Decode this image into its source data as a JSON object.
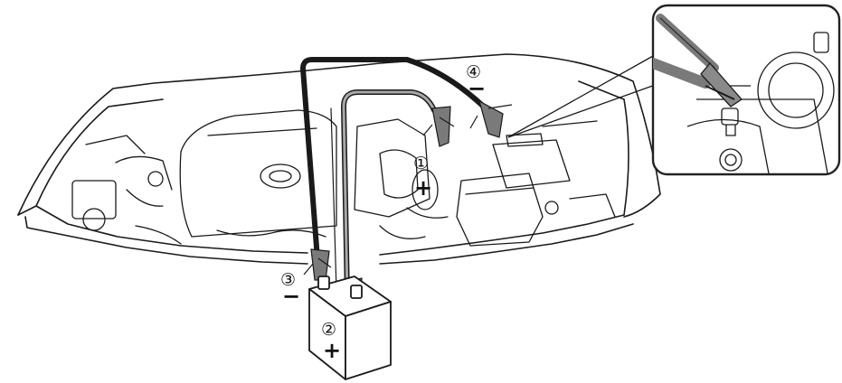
{
  "labels": {
    "step1": "①",
    "step2": "②",
    "step3": "③",
    "step4": "④",
    "positive": "+",
    "negative": "−"
  },
  "colors": {
    "line": "#1a1a1a",
    "cable": "#a8a8a8",
    "clamp": "#7a7a7a",
    "background": "#ffffff",
    "inset_border": "#222222"
  },
  "icons": {
    "battery": "battery-icon",
    "clamp": "jumper-clamp-icon"
  }
}
